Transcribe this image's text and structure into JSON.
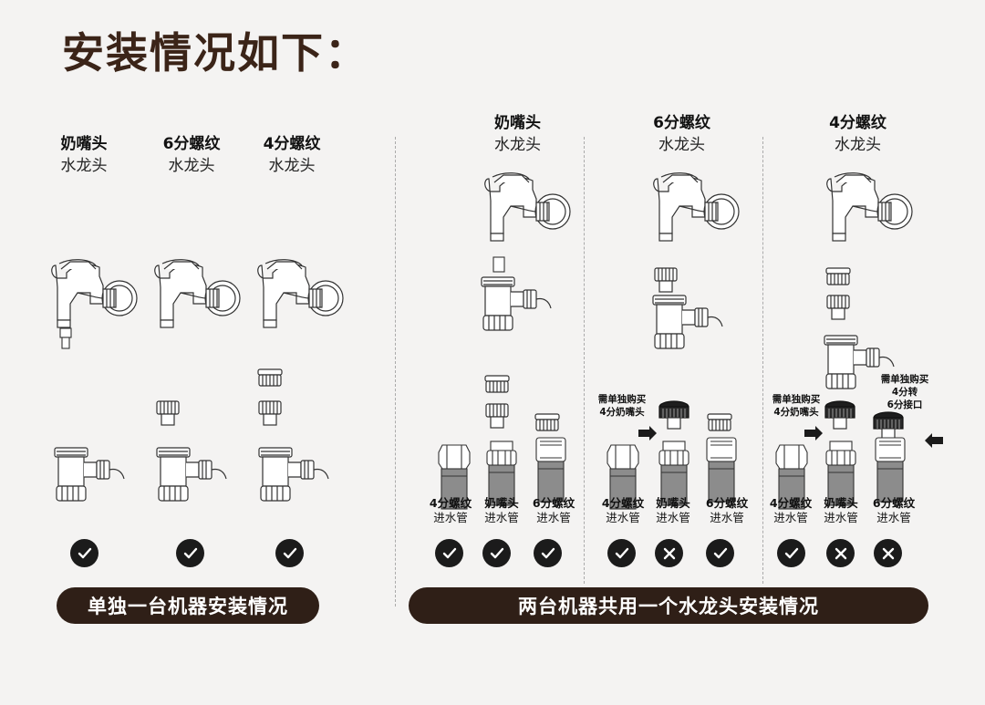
{
  "title": "安装情况如下：",
  "single": {
    "faucets": [
      {
        "line1": "奶嘴头",
        "line2": "水龙头"
      },
      {
        "line1": "6分螺纹",
        "line2": "水龙头"
      },
      {
        "line1": "4分螺纹",
        "line2": "水龙头"
      }
    ],
    "results": [
      "check",
      "check",
      "check"
    ],
    "banner": "单独一台机器安装情况"
  },
  "dual": {
    "groups": [
      {
        "line1": "奶嘴头",
        "line2": "水龙头",
        "note": [],
        "hoses": [
          {
            "line1": "4分螺纹",
            "line2": "进水管"
          },
          {
            "line1": "奶嘴头",
            "line2": "进水管"
          },
          {
            "line1": "6分螺纹",
            "line2": "进水管"
          }
        ],
        "results": [
          "check",
          "check",
          "check"
        ]
      },
      {
        "line1": "6分螺纹",
        "line2": "水龙头",
        "note": [
          "需单独购买",
          "4分奶嘴头"
        ],
        "hoses": [
          {
            "line1": "4分螺纹",
            "line2": "进水管"
          },
          {
            "line1": "奶嘴头",
            "line2": "进水管"
          },
          {
            "line1": "6分螺纹",
            "line2": "进水管"
          }
        ],
        "results": [
          "check",
          "cross",
          "check"
        ]
      },
      {
        "line1": "4分螺纹",
        "line2": "水龙头",
        "note": [
          "需单独购买",
          "4分奶嘴头"
        ],
        "note2": [
          "需单独购买",
          "4分转",
          "6分接口"
        ],
        "hoses": [
          {
            "line1": "4分螺纹",
            "line2": "进水管"
          },
          {
            "line1": "奶嘴头",
            "line2": "进水管"
          },
          {
            "line1": "6分螺纹",
            "line2": "进水管"
          }
        ],
        "results": [
          "check",
          "cross",
          "cross"
        ]
      }
    ],
    "banner": "两台机器共用一个水龙头安装情况"
  }
}
